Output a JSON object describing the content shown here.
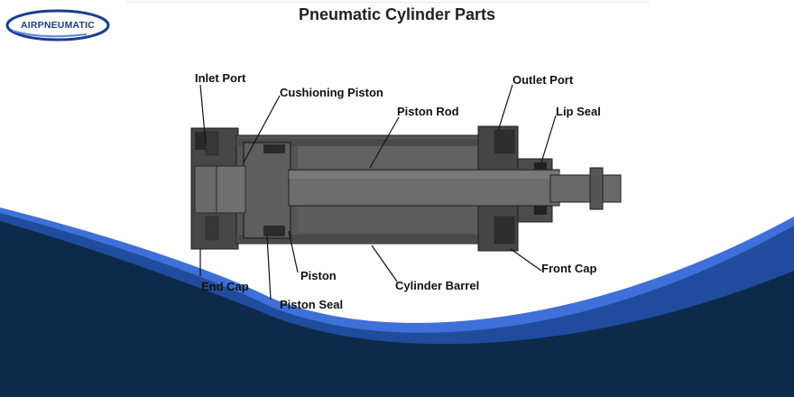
{
  "brand": {
    "logo_text": "AIRPNEUMATIC"
  },
  "title": "Pneumatic Cylinder Parts",
  "labels": {
    "inlet_port": "Inlet Port",
    "cushioning_piston": "Cushioning Piston",
    "piston_rod": "Piston Rod",
    "outlet_port": "Outlet Port",
    "lip_seal": "Lip Seal",
    "end_cap": "End Cap",
    "piston": "Piston",
    "piston_seal": "Piston Seal",
    "cylinder_barrel": "Cylinder Barrel",
    "front_cap": "Front Cap"
  },
  "colors": {
    "brand_blue": "#1a3e8c",
    "wave_navy": "#0d2a4a",
    "wave_blue": "#3f6fd8",
    "cylinder_dark": "#3d3d3d",
    "cylinder_mid": "#5a5a5a"
  }
}
